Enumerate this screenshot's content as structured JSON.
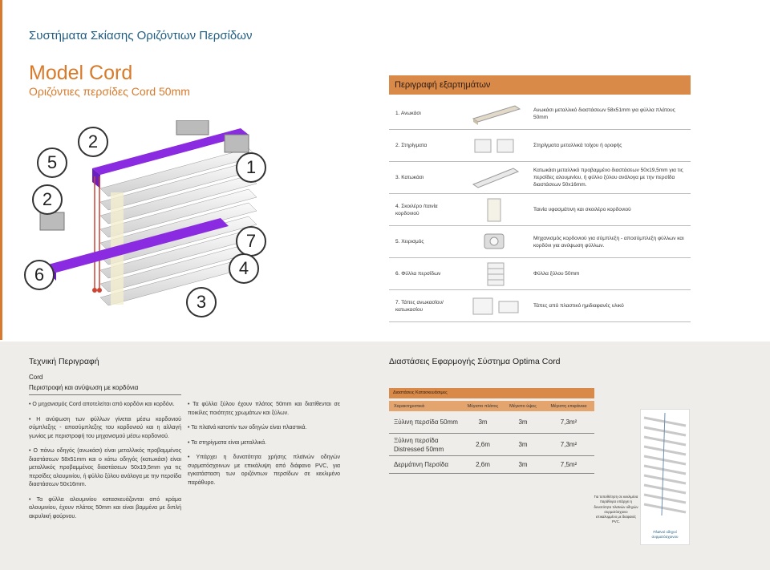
{
  "header": {
    "title": "Συστήματα Σκίασης Οριζόντιων Περσίδων"
  },
  "model": {
    "title": "Model Cord",
    "subtitle": "Οριζόντιες περσίδες Cord 50mm"
  },
  "diagram": {
    "numbers": [
      "5",
      "2",
      "1",
      "2",
      "7",
      "6",
      "4",
      "3"
    ]
  },
  "parts": {
    "header": "Περιγραφή εξαρτημάτων",
    "rows": [
      {
        "name": "1. Ανωκάσι",
        "desc": "Ανωκάσι μεταλλικό διαστάσεων 58x51mm για φύλλα πλάτους 50mm"
      },
      {
        "name": "2. Στηρίγματα",
        "desc": "Στηρίγματα μεταλλικά τοίχου ή οροφής"
      },
      {
        "name": "3. Κατωκάσι",
        "desc": "Κατωκάσι μεταλλικό προβαμμένο διαστάσεων 50x19,5mm για τις περσίδες αλουμινίου, ή φύλλο ξύλου ανάλογα με την περσίδα διαστάσεων 50x16mm."
      },
      {
        "name": "4. Σκοιλέρο /ταινία κορδονιού",
        "desc": "Ταινία υφασμάτινη και σκοιλέρο κορδονιού"
      },
      {
        "name": "5. Χειρισμός",
        "desc": "Μηχανισμός κορδονιού για σύμπλεξη - αποσύμπλεξη φύλλων και κορδόνι για ανύψωση φύλλων."
      },
      {
        "name": "6. Φύλλα περσίδων",
        "desc": "Φύλλα ξύλου 50mm"
      },
      {
        "name": "7. Τάπες ανωκασίου/ κατωκασίου",
        "desc": "Τάπες από πλαστικό ημιδιαφανές υλικό"
      }
    ]
  },
  "tech": {
    "title": "Τεχνική Περιγραφή",
    "sub1": "Cord",
    "sub2": "Περιστροφή και ανύψωση με κορδόνια",
    "col1": [
      "• Ο μηχανισμός Cord αποτελείται από κορδόνι και κορδόνι.",
      "• Η ανύψωση των φύλλων γίνεται μέσω κορδονιού σύμπλεξης - αποσύμπλεξης του κορδονιού και η αλλαγή γωνίας με περιστροφή του μηχανισμού μέσω κορδονιού.",
      "• Ο πάνω οδηγός (ανωκάσι) είναι μεταλλικός προβαμμένος διαστάσεων 58x51mm και ο κάτω οδηγός (κατωκάσι) είναι μεταλλικός προβαμμένος διαστάσεων 50x19,5mm για τις περσίδες αλουμινίου, ή φύλλο ξύλου ανάλογα με την περσίδα διαστάσεων 50x16mm.",
      "• Τα φύλλα αλουμινίου κατασκευάζονται από κράμα αλουμινίου, έχουν πλάτος 50mm και είναι βαμμένα με διπλή ακρυλική φούρνου."
    ],
    "col2": [
      "• Τα φύλλα ξύλου έχουν πλάτος 50mm και διατίθενται σε ποικίλες ποιότητες χρωμάτων και ξύλων.",
      "• Τα πλαϊνά κατοπίν των οδηγών είναι πλαστικά.",
      "• Τα στηρίγματα είναι μεταλλικά.",
      "• Υπάρχει η δυνατότητα χρήσης πλαϊνών οδηγών συρματόσχοινων με επικάλυψη από διάφανο PVC, για εγκατάσταση των οριζόντιων περσίδων σε κεκλιμένο παράθυρο."
    ]
  },
  "dims": {
    "title": "Διαστάσεις Εφαρμογής Σύστημα Optima Cord",
    "table_title": "Διαστάσεις Κατασκευάσιμες",
    "headers": [
      "Χαρακτηριστικά",
      "Μέγιστο πλάτος",
      "Μέγιστο ύψος",
      "Μέγιστη επιφάνεια"
    ],
    "rows": [
      [
        "Ξύλινη περσίδα 50mm",
        "3m",
        "3m",
        "7,3m²"
      ],
      [
        "Ξύλινη περσίδα Distressed 50mm",
        "2,6m",
        "3m",
        "7,3m²"
      ],
      [
        "Δερμάτινη Περσίδα",
        "2,6m",
        "3m",
        "7,5m²"
      ]
    ],
    "caption": "Για τοποθέτηση σε κεκλιμένα παράθυρα υπάρχει η δυνατότητα πλαϊνών οδηγών συρματόσχοινο επικαλυμμένο με διαφανές PVC.",
    "photo_label": "Πλαϊνοί οδηγοί συρματόσχοινου"
  },
  "colors": {
    "accent": "#d97a2b",
    "purple": "#7b2ff7",
    "headerBlue": "#1f5d82"
  }
}
